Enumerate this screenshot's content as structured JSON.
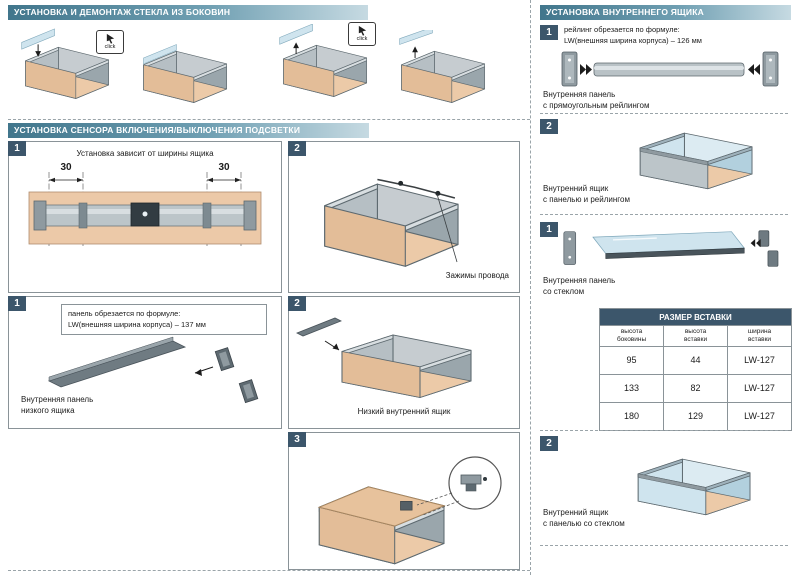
{
  "sections": {
    "glass": {
      "title": "УСТАНОВКА И ДЕМОНТАЖ СТЕКЛА ИЗ БОКОВИН",
      "click_label": "click"
    },
    "sensor": {
      "title": "УСТАНОВКА СЕНСОРА ВКЛЮЧЕНИЯ/ВЫКЛЮЧЕНИЯ ПОДСВЕТКИ",
      "step1": {
        "num": "1",
        "note": "Установка зависит от ширины ящика",
        "dim_left": "30",
        "dim_right": "30"
      },
      "step2": {
        "num": "2",
        "wire_label": "Зажимы провода"
      }
    },
    "low_drawer": {
      "step1": {
        "num": "1",
        "formula_line1": "панель обрезается по формуле:",
        "formula_line2": "LW(внешняя ширина корпуса) – 137 мм",
        "caption_line1": "Внутренняя панель",
        "caption_line2": "низкого ящика"
      },
      "step2": {
        "num": "2",
        "caption": "Низкий внутренний ящик"
      },
      "step3": {
        "num": "3"
      }
    },
    "inner_drawer": {
      "title": "УСТАНОВКА ВНУТРЕННЕГО ЯЩИКА",
      "step1_rail": {
        "num": "1",
        "formula_line1": "рейлинг обрезается по формуле:",
        "formula_line2": "LW(внешняя ширина корпуса) – 126 мм",
        "caption_line1": "Внутренняя панель",
        "caption_line2": "с прямоугольным рейлингом"
      },
      "step2_rail": {
        "num": "2",
        "caption_line1": "Внутренний ящик",
        "caption_line2": "с панелью и рейлингом"
      },
      "step1_glass": {
        "num": "1",
        "caption_line1": "Внутренняя панель",
        "caption_line2": "со стеклом"
      },
      "insert_table": {
        "title": "РАЗМЕР ВСТАВКИ",
        "headers": [
          [
            "высота",
            "боковины"
          ],
          [
            "высота",
            "вставки"
          ],
          [
            "ширина",
            "вставки"
          ]
        ],
        "rows": [
          [
            "95",
            "44",
            "LW-127"
          ],
          [
            "133",
            "82",
            "LW-127"
          ],
          [
            "180",
            "129",
            "LW-127"
          ]
        ]
      },
      "step2_glass": {
        "num": "2",
        "caption_line1": "Внутренний ящик",
        "caption_line2": "с панелью со стеклом"
      }
    }
  },
  "colors": {
    "header_gradient_start": "#41768c",
    "header_gradient_end": "#c6dae2",
    "badge_bg": "#3c566b",
    "wood": "#eccaa8",
    "metal": "#b6bfc4",
    "glass": "#cfe4ee",
    "table_header_bg": "#3c566b"
  }
}
